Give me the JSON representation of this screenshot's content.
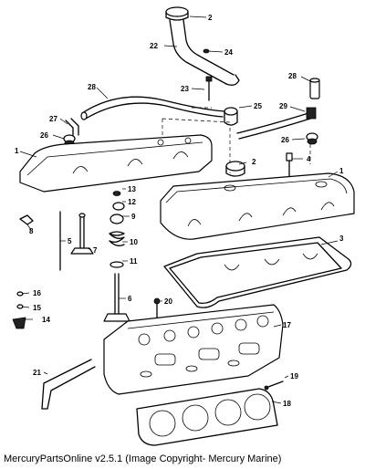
{
  "caption": "MercuryPartsOnline v2.5.1 (Image Copyright- Mercury Marine)",
  "callouts": {
    "c1a": "1",
    "c1b": "1",
    "c2a": "2",
    "c2b": "2",
    "c3": "3",
    "c4": "4",
    "c5": "5",
    "c6": "6",
    "c7": "7",
    "c8": "8",
    "c9": "9",
    "c10": "10",
    "c11": "11",
    "c12": "12",
    "c13": "13",
    "c14": "14",
    "c15": "15",
    "c16": "16",
    "c17": "17",
    "c18": "18",
    "c19": "19",
    "c20": "20",
    "c21": "21",
    "c22": "22",
    "c23": "23",
    "c24": "24",
    "c25": "25",
    "c26a": "26",
    "c26b": "26",
    "c27": "27",
    "c28a": "28",
    "c28b": "28",
    "c29": "29"
  }
}
